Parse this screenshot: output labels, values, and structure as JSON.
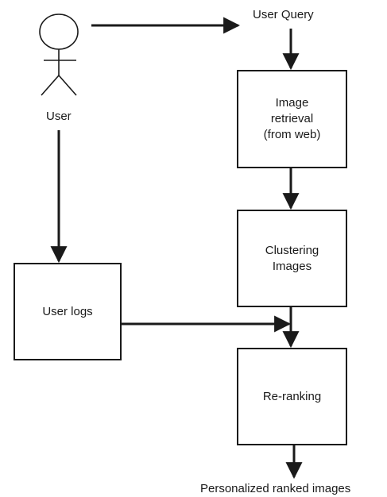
{
  "actor": {
    "label": "User",
    "icon": "stick-figure-icon"
  },
  "nodes": {
    "user_query": "User Query",
    "image_retrieval": "Image\nretrieval\n(from web)",
    "clustering": "Clustering\nImages",
    "user_logs": "User logs",
    "re_ranking": "Re-ranking",
    "output": "Personalized ranked images"
  },
  "colors": {
    "stroke": "#1a1a1a",
    "background": "#ffffff"
  }
}
